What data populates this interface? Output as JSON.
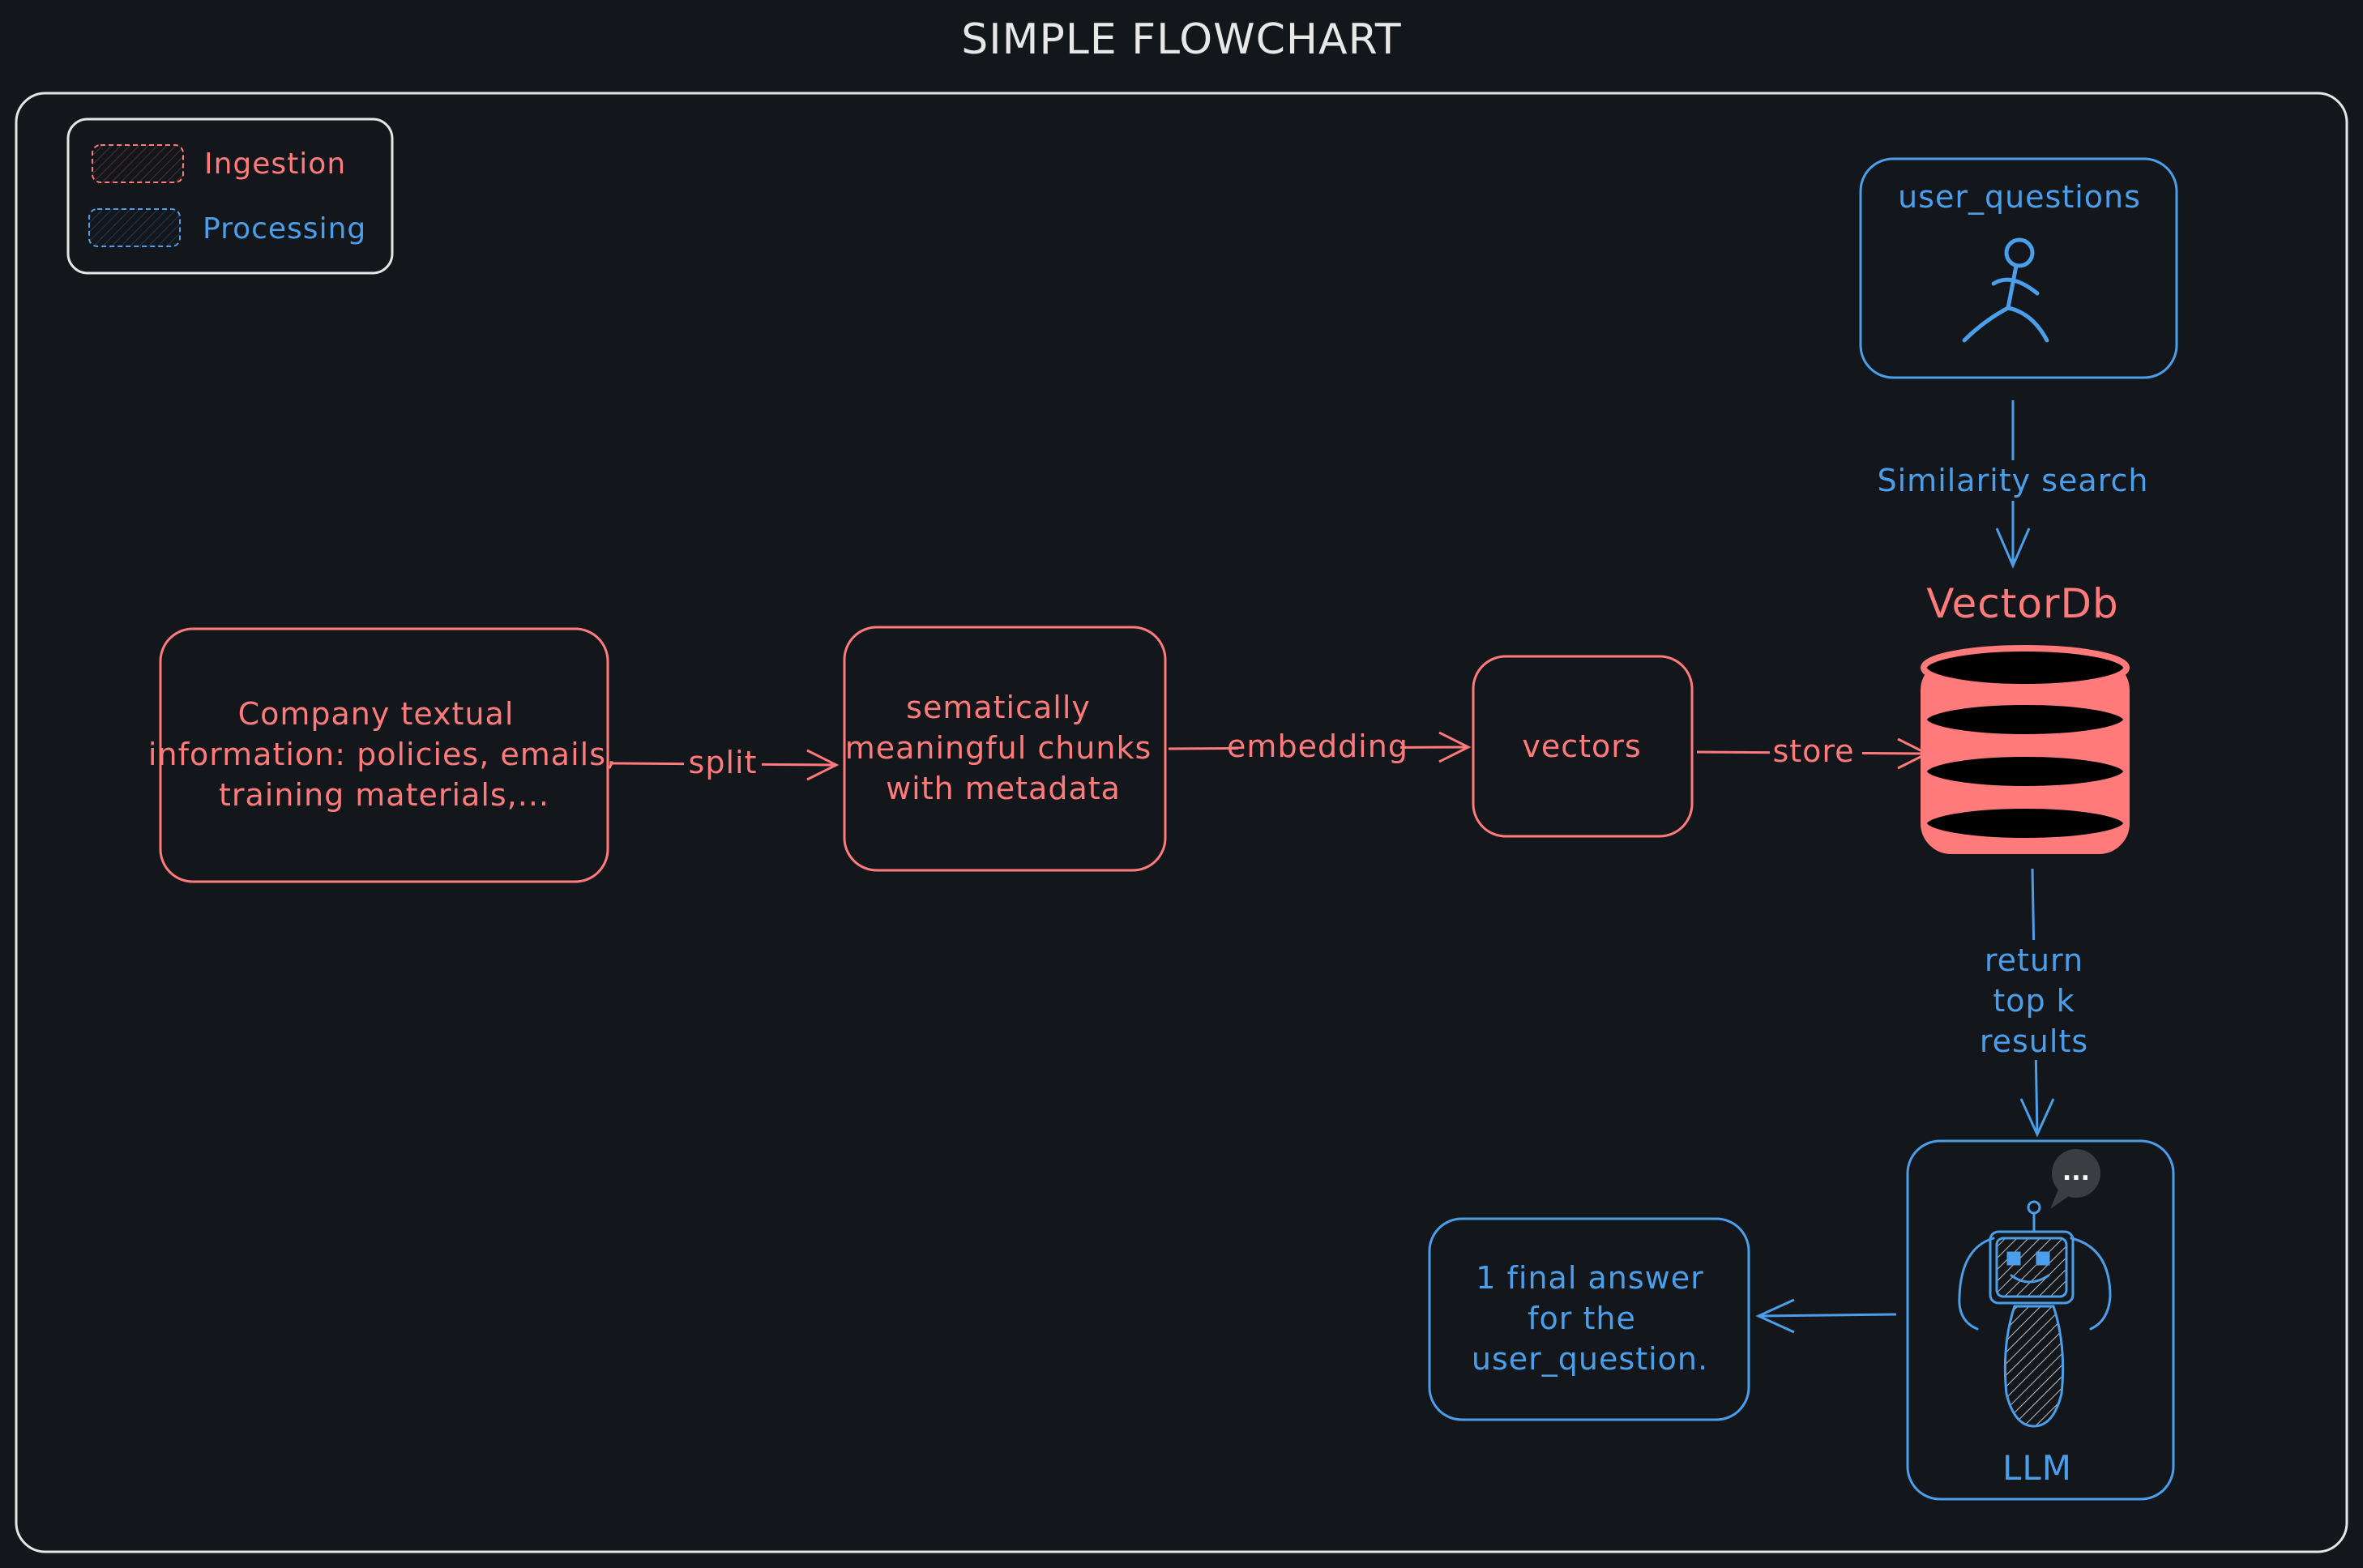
{
  "title": "SIMPLE FLOWCHART",
  "colors": {
    "background": "#13161b",
    "frame": "#e6e6e6",
    "ingestion": "#ff7a7a",
    "processing": "#4a9eea",
    "title_text": "#e8e8e8"
  },
  "legend": {
    "items": [
      {
        "label": "Ingestion",
        "color": "#ff7a7a"
      },
      {
        "label": "Processing",
        "color": "#4a9eea"
      }
    ]
  },
  "nodes": {
    "source": {
      "lines": [
        "Company textual",
        "information: policies, emails,",
        "training materials,..."
      ]
    },
    "chunks": {
      "lines": [
        "sematically",
        "meaningful chunks",
        "with metadata"
      ]
    },
    "vectors": {
      "label": "vectors"
    },
    "vectordb": {
      "label": "VectorDb",
      "icon": "database-icon"
    },
    "user_questions": {
      "label": "user_questions",
      "icon": "person-icon"
    },
    "llm": {
      "label": "LLM",
      "icon": "robot-icon",
      "bubble": "..."
    },
    "answer": {
      "lines": [
        "1 final answer",
        "for the",
        "user_question."
      ]
    }
  },
  "edges": {
    "split": "split",
    "embedding": "embedding",
    "store": "store",
    "similarity": "Similarity search",
    "return_lines": [
      "return",
      "top k",
      "results"
    ]
  }
}
